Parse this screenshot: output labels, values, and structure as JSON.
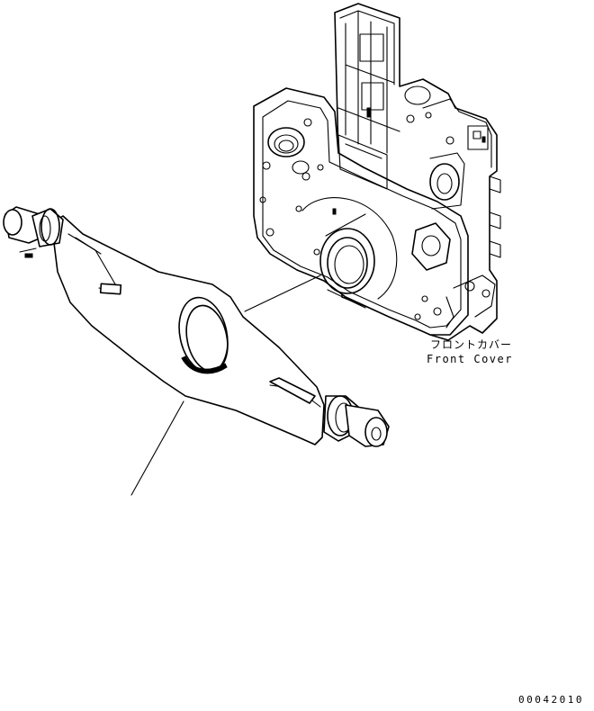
{
  "callout_front_cover": {
    "label_jp": "フロントカバー",
    "label_en": "Front Cover"
  },
  "drawing_number": "00042010"
}
